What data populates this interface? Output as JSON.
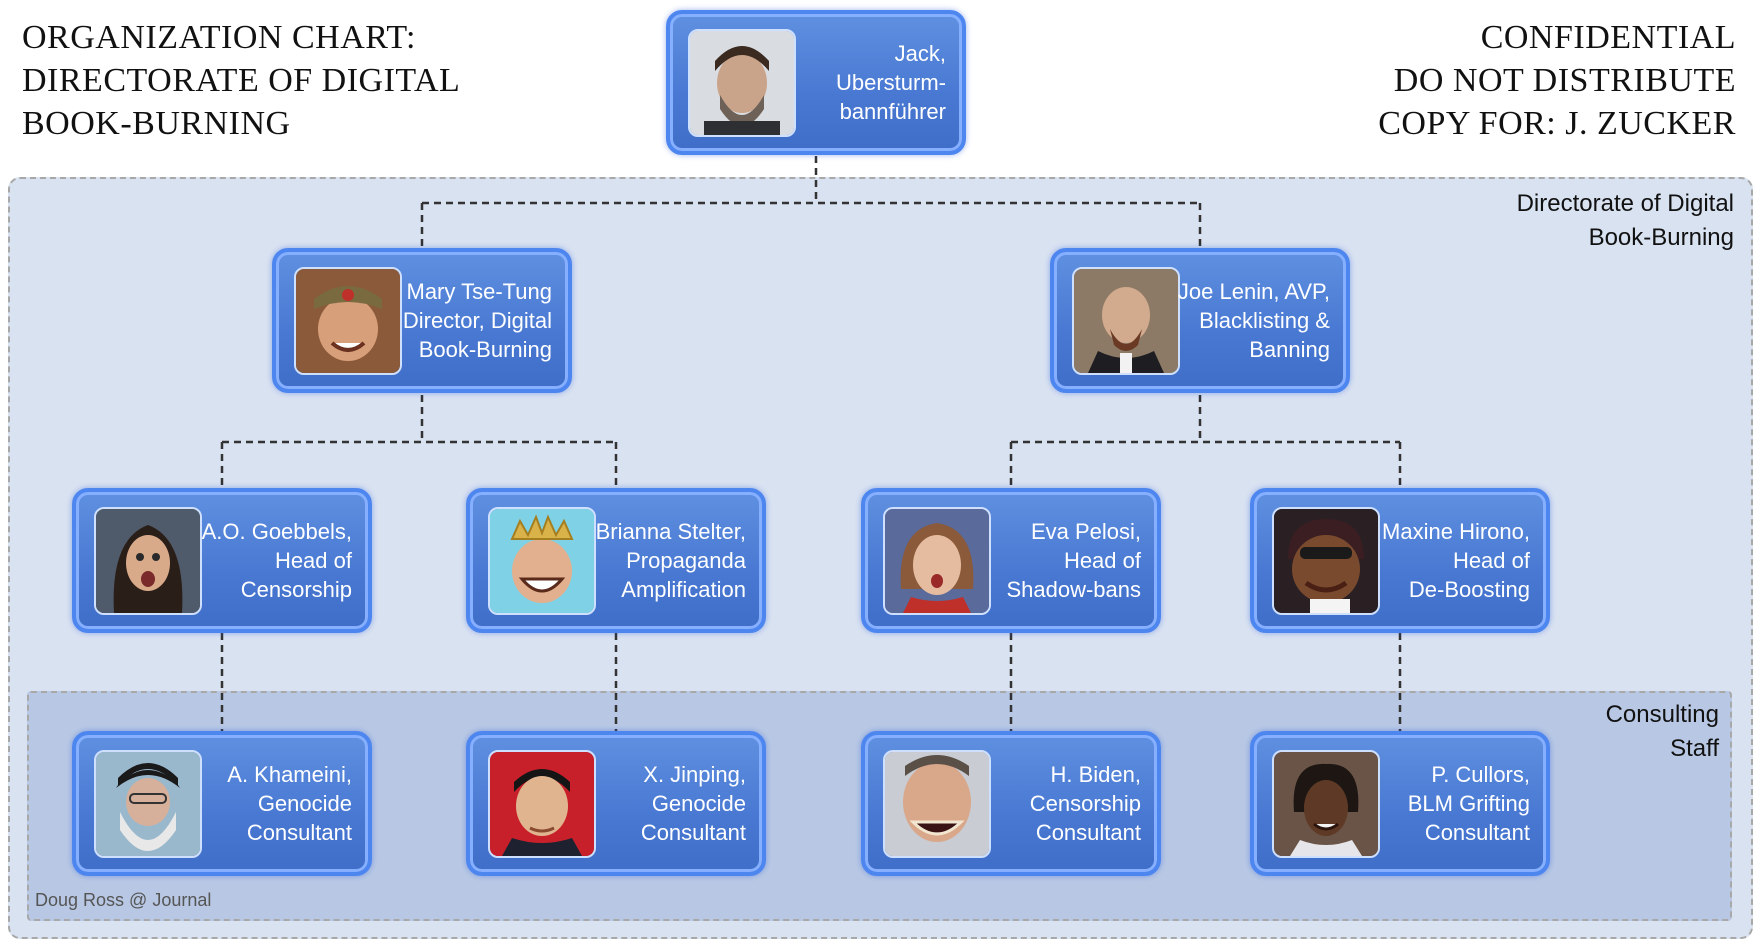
{
  "header": {
    "title_lines": [
      "ORGANIZATION CHART:",
      "DIRECTORATE OF DIGITAL",
      "BOOK-BURNING"
    ],
    "stamp_lines": [
      "CONFIDENTIAL",
      "DO NOT DISTRIBUTE",
      "COPY FOR: J. ZUCKER"
    ]
  },
  "regions": {
    "directorate_lines": [
      "Directorate of Digital",
      "Book-Burning"
    ],
    "consulting_lines": [
      "Consulting",
      "Staff"
    ]
  },
  "credit": "Doug Ross @ Journal",
  "nodes": {
    "jack": {
      "lines": [
        "Jack,",
        "Ubersturm-",
        "bannführer"
      ]
    },
    "mary": {
      "lines": [
        "Mary Tse-Tung",
        "Director, Digital",
        "Book-Burning"
      ]
    },
    "joe": {
      "lines": [
        "Joe Lenin, AVP,",
        "Blacklisting &",
        "Banning"
      ]
    },
    "ao": {
      "lines": [
        "A.O. Goebbels,",
        "Head of",
        "Censorship"
      ]
    },
    "brianna": {
      "lines": [
        "Brianna Stelter,",
        "Propaganda",
        "Amplification"
      ]
    },
    "eva": {
      "lines": [
        "Eva Pelosi,",
        "Head of",
        "Shadow-bans"
      ]
    },
    "maxine": {
      "lines": [
        "Maxine Hirono,",
        "Head of",
        "De-Boosting"
      ]
    },
    "khameini": {
      "lines": [
        "A. Khameini,",
        "Genocide",
        "Consultant"
      ]
    },
    "jinping": {
      "lines": [
        "X. Jinping,",
        "Genocide",
        "Consultant"
      ]
    },
    "biden": {
      "lines": [
        "H. Biden,",
        "Censorship",
        "Consultant"
      ]
    },
    "cullors": {
      "lines": [
        "P. Cullors,",
        "BLM Grifting",
        "Consultant"
      ]
    }
  },
  "colors": {
    "node_fill": "#4878d2",
    "node_border": "#4e86f0",
    "region_outer": "#d9e2f1",
    "region_inner": "#b8c8e4",
    "connector": "#333333"
  }
}
